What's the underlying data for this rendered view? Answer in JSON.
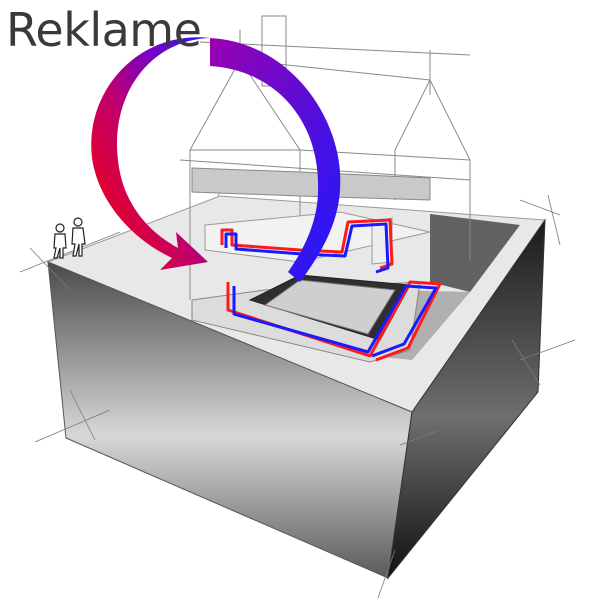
{
  "overlay": {
    "label": "Reklame"
  },
  "colors": {
    "hot": "#ff1a1a",
    "cold": "#1a1aff",
    "arrow_start": "#ff0000",
    "arrow_mid": "#8a00b4",
    "arrow_end": "#2020ff",
    "ground_dark": "#2e2e2e",
    "ground_top": "#e6e6e6"
  },
  "icons": [
    "heat-pump-arrow",
    "person-figure",
    "house-wireframe"
  ]
}
